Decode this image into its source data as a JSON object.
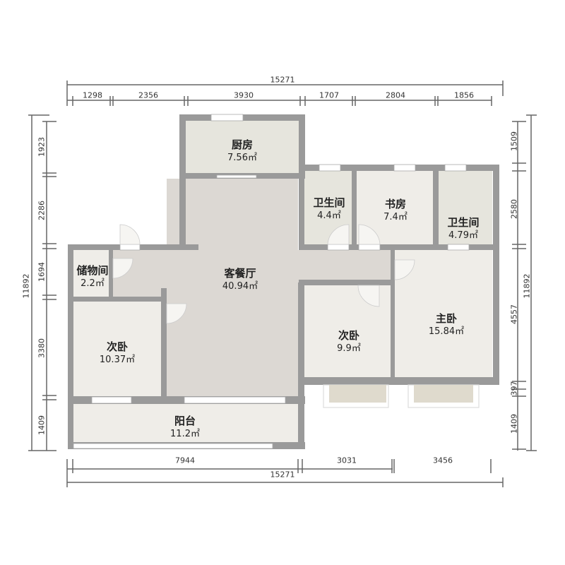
{
  "plan": {
    "unit": "mm",
    "colors": {
      "wall": "#9a9a9a",
      "living_floor": "#dcd8d3",
      "room_floor": "#efede8",
      "kitchen_bath_floor": "#e6e5dd",
      "bay_window": "#dfdacd",
      "dimension_line": "#666666",
      "window": "#ffffff"
    },
    "rooms": [
      {
        "id": "kitchen",
        "name": "厨房",
        "area": "7.56㎡"
      },
      {
        "id": "living-dining",
        "name": "客餐厅",
        "area": "40.94㎡"
      },
      {
        "id": "storage",
        "name": "储物间",
        "area": "2.2㎡"
      },
      {
        "id": "bathroom-1",
        "name": "卫生间",
        "area": "4.4㎡"
      },
      {
        "id": "study",
        "name": "书房",
        "area": "7.4㎡"
      },
      {
        "id": "bathroom-2",
        "name": "卫生间",
        "area": "4.79㎡"
      },
      {
        "id": "secondary-bedroom-west",
        "name": "次卧",
        "area": "10.37㎡"
      },
      {
        "id": "secondary-bedroom-east",
        "name": "次卧",
        "area": "9.9㎡"
      },
      {
        "id": "master-bedroom",
        "name": "主卧",
        "area": "15.84㎡"
      },
      {
        "id": "balcony",
        "name": "阳台",
        "area": "11.2㎡"
      }
    ],
    "dimensions": {
      "top_total": "15271",
      "top_segments": [
        "1298",
        "2356",
        "3930",
        "1707",
        "2804",
        "1856"
      ],
      "bottom_total": "15271",
      "bottom_segments": [
        "7944",
        "3031",
        "3456"
      ],
      "left_total": "11892",
      "left_segments": [
        "1923",
        "2286",
        "1694",
        "3380",
        "1409"
      ],
      "right_total": "11892",
      "right_segments": [
        "1509",
        "2580",
        "4557",
        "397",
        "1409"
      ]
    }
  }
}
